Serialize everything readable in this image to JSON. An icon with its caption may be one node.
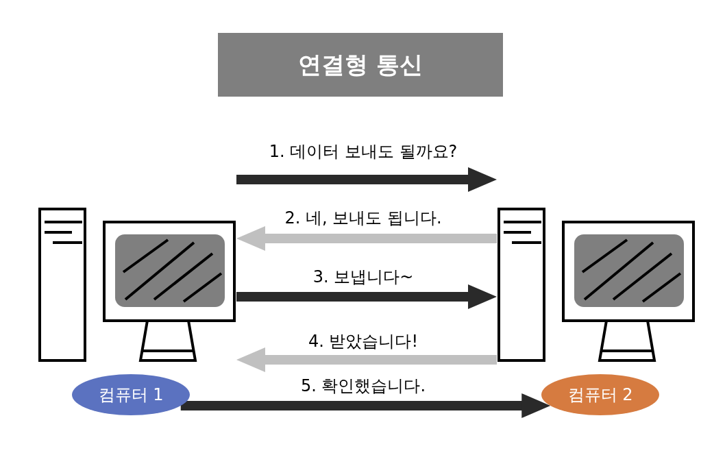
{
  "diagram": {
    "title": "연결형 통신",
    "nodes": [
      {
        "text": [],
        "shape": "picture"
      },
      {
        "text": [
          "컴퓨터 1"
        ]
      },
      {
        "text": [],
        "shape": "picture"
      },
      {
        "text": [
          "컴퓨터 2"
        ]
      }
    ],
    "edges": [
      {
        "from": 0,
        "to": 2,
        "arrow": "to",
        "label": "1. 데이터 보내도 될까요?"
      },
      {
        "from": 2,
        "to": 0,
        "arrow": "to",
        "label": "2. 네, 보내도 됩니다.",
        "color": "#c0c0c0"
      },
      {
        "from": 0,
        "to": 2,
        "arrow": "to",
        "label": "3. 보냅니다~"
      },
      {
        "from": 2,
        "to": 0,
        "arrow": "to",
        "label": "4. 받았습니다!",
        "color": "#c0c0c0"
      },
      {
        "from": 1,
        "to": 3,
        "arrow": "to",
        "label": "5. 확인했습니다."
      }
    ]
  }
}
